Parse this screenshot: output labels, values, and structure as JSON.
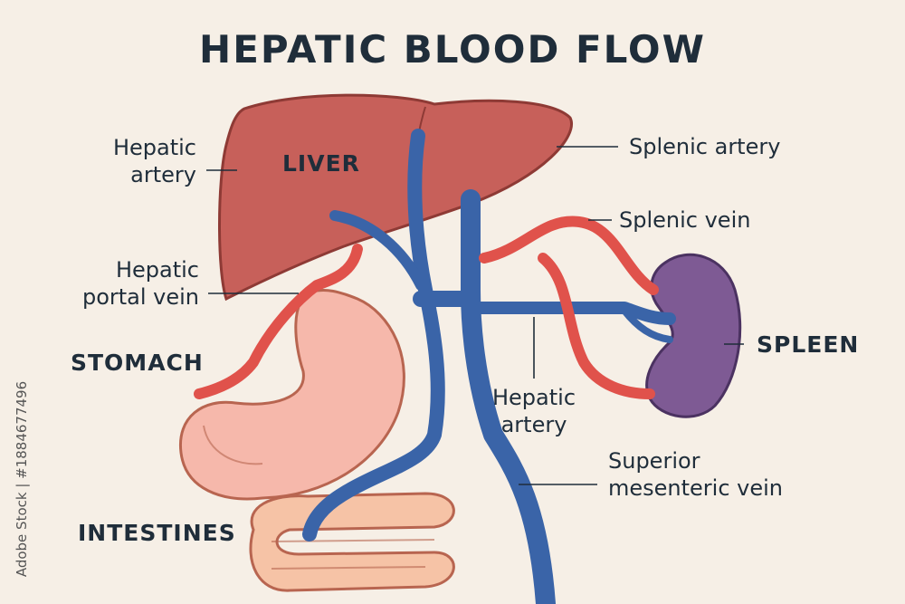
{
  "title": "HEPATIC BLOOD FLOW",
  "labels": {
    "hepatic_artery_left": [
      "Hepatic",
      "artery"
    ],
    "hepatic_portal_vein": [
      "Hepatic",
      "portal vein"
    ],
    "splenic_artery": "Splenic artery",
    "splenic_vein": "Splenic vein",
    "hepatic_artery_center": [
      "Hepatic",
      "artery"
    ],
    "superior_mesenteric_vein": [
      "Superior",
      "mesenteric vein"
    ]
  },
  "organs": {
    "liver": "LIVER",
    "stomach": "STOMACH",
    "spleen": "SPLEEN",
    "intestines": "INTESTINES"
  },
  "watermark": "Adobe Stock | #1884677496",
  "colors": {
    "background": "#f6efe6",
    "liver": "#c7605a",
    "stomach": "#f6b8ab",
    "intestines": "#f6c3a6",
    "spleen": "#7e5a94",
    "vein": "#3a64a8",
    "artery": "#e0524b",
    "text": "#1f2d3a"
  }
}
